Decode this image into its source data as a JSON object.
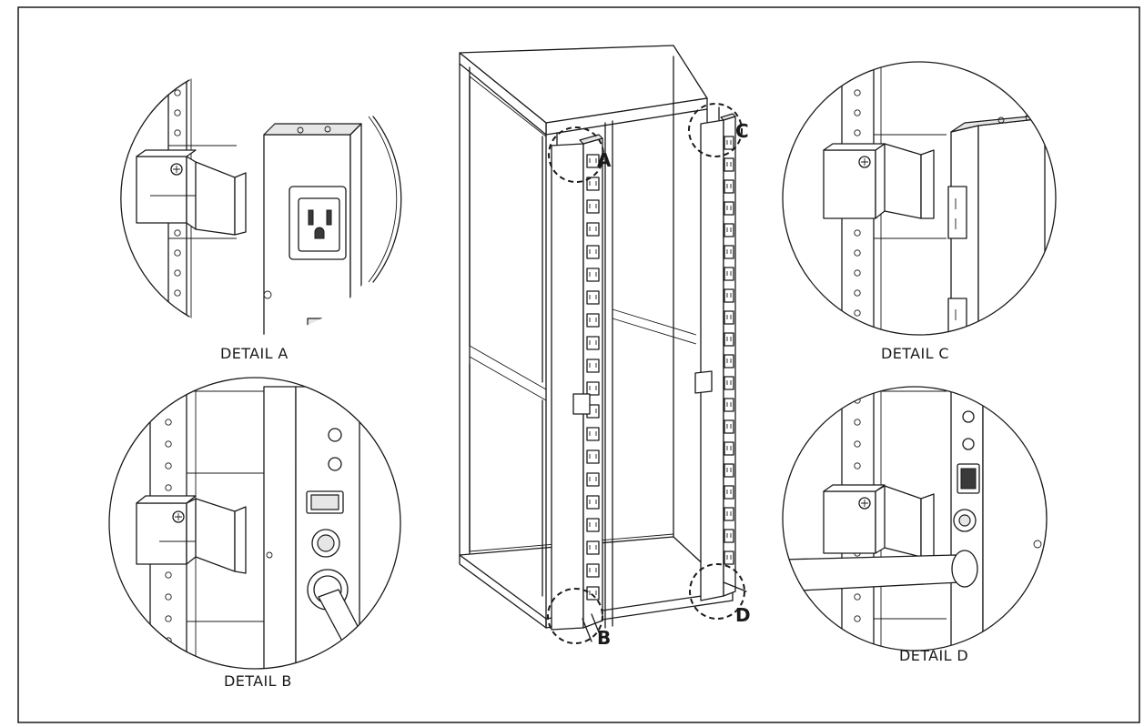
{
  "details": {
    "a": {
      "caption": "DETAIL A"
    },
    "b": {
      "caption": "DETAIL B"
    },
    "c": {
      "caption": "DETAIL C"
    },
    "d": {
      "caption": "DETAIL D"
    }
  },
  "callouts": {
    "a": "A",
    "b": "B",
    "c": "C",
    "d": "D"
  }
}
